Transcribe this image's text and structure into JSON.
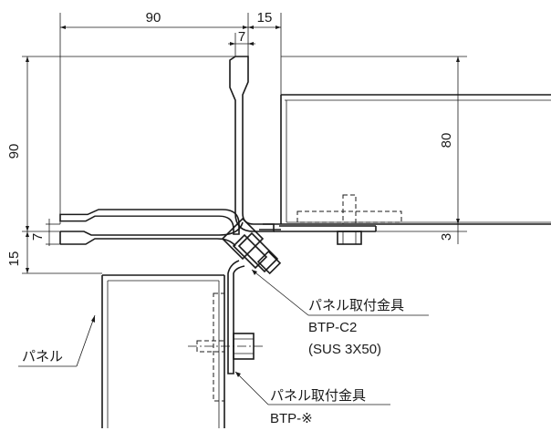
{
  "dimensions": {
    "top_width": "90",
    "top_gap": "15",
    "flange_thickness_top": "7",
    "left_height": "90",
    "flange_thickness_left": "7",
    "left_gap": "15",
    "panel_depth": "80",
    "offset": "3"
  },
  "labels": {
    "panel": "パネル",
    "bracket_c2_name": "パネル取付金具",
    "bracket_c2_code": "BTP-C2",
    "bracket_c2_spec": "(SUS 3X50)",
    "bracket_x_name": "パネル取付金具",
    "bracket_x_code": "BTP-※"
  }
}
